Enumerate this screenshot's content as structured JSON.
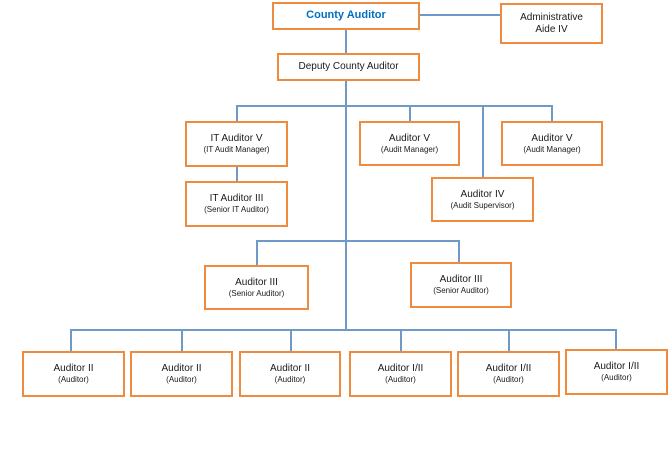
{
  "chart": {
    "type": "org-chart",
    "title": "County Auditor organizational chart",
    "colors": {
      "node_border": "#EE8B3F",
      "node_fill": "#FFFFFF",
      "connector": "#6F99C9",
      "root_title_text": "#0070C0",
      "node_text": "#1A1A1A"
    },
    "nodes": [
      {
        "id": "county-auditor",
        "title": "County Auditor"
      },
      {
        "id": "administrative-aide",
        "title": "Administrative",
        "title2": "Aide IV"
      },
      {
        "id": "deputy-county-auditor",
        "title": "Deputy County Auditor"
      },
      {
        "id": "it-auditor-v",
        "title": "IT Auditor V",
        "sub": "(IT Audit Manager)"
      },
      {
        "id": "auditor-v-1",
        "title": "Auditor V",
        "sub": "(Audit Manager)"
      },
      {
        "id": "auditor-v-2",
        "title": "Auditor V",
        "sub": "(Audit Manager)"
      },
      {
        "id": "it-auditor-iii",
        "title": "IT Auditor III",
        "sub": "(Senior IT Auditor)"
      },
      {
        "id": "auditor-iv",
        "title": "Auditor IV",
        "sub": "(Audit Supervisor)"
      },
      {
        "id": "auditor-iii-1",
        "title": "Auditor III",
        "sub": "(Senior Auditor)"
      },
      {
        "id": "auditor-iii-2",
        "title": "Auditor III",
        "sub": "(Senior Auditor)"
      },
      {
        "id": "auditor-ii-1",
        "title": "Auditor II",
        "sub": "(Auditor)"
      },
      {
        "id": "auditor-ii-2",
        "title": "Auditor II",
        "sub": "(Auditor)"
      },
      {
        "id": "auditor-ii-3",
        "title": "Auditor II",
        "sub": "(Auditor)"
      },
      {
        "id": "auditor-i-ii-1",
        "title": "Auditor I/II",
        "sub": "(Auditor)"
      },
      {
        "id": "auditor-i-ii-2",
        "title": "Auditor I/II",
        "sub": "(Auditor)"
      },
      {
        "id": "auditor-i-ii-3",
        "title": "Auditor I/II",
        "sub": "(Auditor)"
      }
    ]
  }
}
